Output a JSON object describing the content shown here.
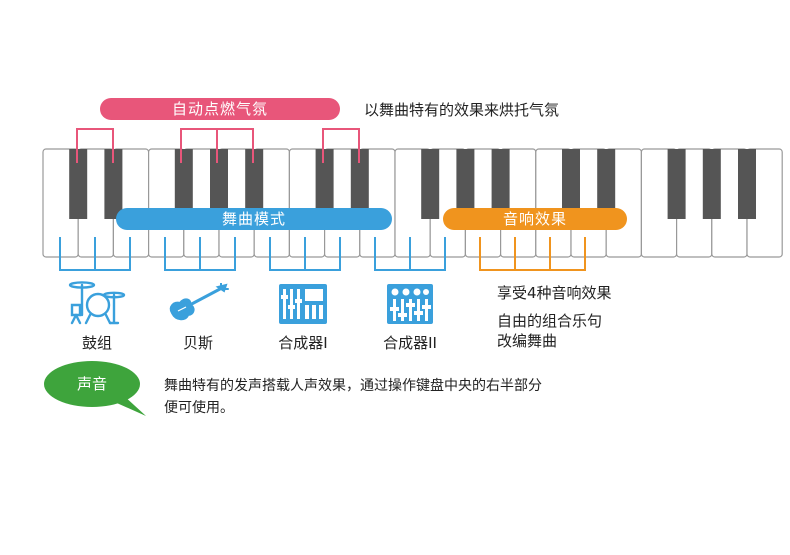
{
  "colors": {
    "pink": "#e8567a",
    "blue": "#3aa0dc",
    "orange": "#f0941e",
    "green": "#3ea43c",
    "black_key": "#555555",
    "key_border": "#999999"
  },
  "keyboard": {
    "white_key_count": 21,
    "black_key_positions": [
      1,
      2,
      4,
      5,
      6,
      8,
      9,
      11,
      12,
      13,
      15,
      16,
      18,
      19,
      20
    ]
  },
  "top": {
    "pill_label": "自动点燃气氛",
    "description": "以舞曲特有的效果来烘托气氛"
  },
  "dance_mode": {
    "pill_label": "舞曲模式",
    "icons": [
      "drum-kit-icon",
      "bass-guitar-icon",
      "synth-1-icon",
      "synth-2-icon"
    ],
    "items": [
      {
        "label": "鼓组"
      },
      {
        "label": "贝斯"
      },
      {
        "label": "合成器I"
      },
      {
        "label": "合成器II"
      }
    ]
  },
  "sound_effect": {
    "pill_label": "音响效果",
    "lines": [
      "享受4种音响效果",
      "自由的组合乐句",
      "改编舞曲"
    ]
  },
  "voice": {
    "bubble_label": "声音",
    "description_line1": "舞曲特有的发声搭载人声效果，通过操作键盘中央的右半部分",
    "description_line2": "便可使用。"
  }
}
